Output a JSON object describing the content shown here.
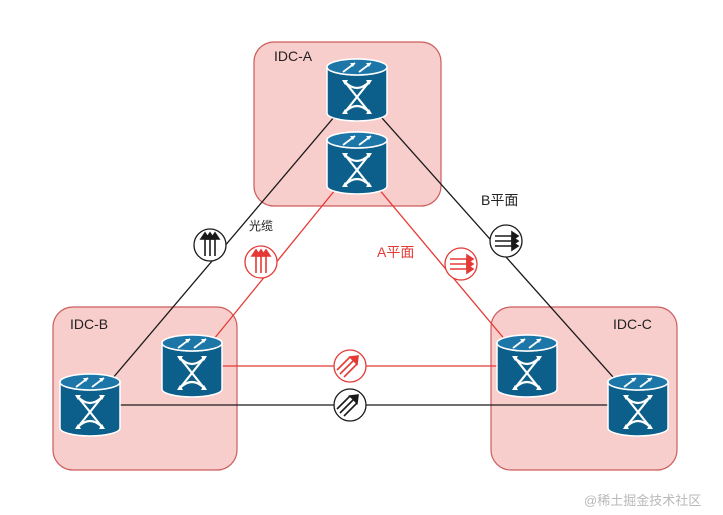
{
  "datacenters": {
    "a": {
      "label": "IDC-A"
    },
    "b": {
      "label": "IDC-B"
    },
    "c": {
      "label": "IDC-C"
    }
  },
  "links": {
    "plane_b_label": "B平面",
    "plane_a_label": "A平面",
    "fiber_label": "光缆"
  },
  "watermark": "@稀土掘金技术社区",
  "colors": {
    "idc_fill": "#f8cecc",
    "idc_border": "#cc5c5c",
    "plane_a": "#e53935",
    "plane_b": "#1a1a1a",
    "router": "#0b5f8a"
  }
}
